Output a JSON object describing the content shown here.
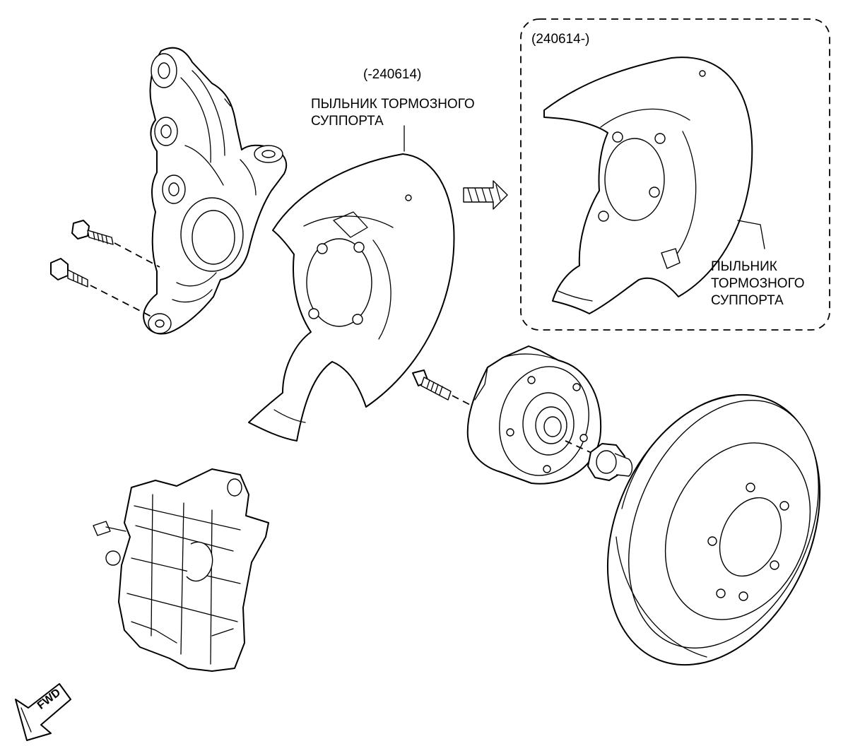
{
  "labels": {
    "old_version": "(-240614)",
    "new_version": "(240614-)",
    "dust_shield_old": [
      "ПЫЛЬНИК ТОРМОЗНОГО",
      "СУППОРТА"
    ],
    "dust_shield_new": [
      "ПЫЛЬНИК",
      "ТОРМОЗНОГО",
      "СУППОРТА"
    ],
    "direction": "FWD"
  },
  "parts": [
    {
      "name": "steering-knuckle"
    },
    {
      "name": "knuckle-bolt"
    },
    {
      "name": "knuckle-bolt"
    },
    {
      "name": "dust-shield-old"
    },
    {
      "name": "dust-shield-new"
    },
    {
      "name": "wheel-hub"
    },
    {
      "name": "wheel-stud"
    },
    {
      "name": "hub-nut"
    },
    {
      "name": "brake-disc"
    },
    {
      "name": "brake-caliper"
    }
  ],
  "colors": {
    "line": "#000000",
    "background": "#ffffff"
  }
}
